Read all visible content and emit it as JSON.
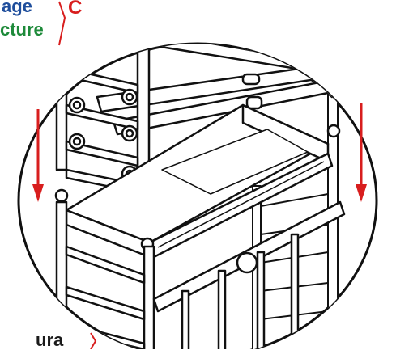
{
  "labels": {
    "top_line1": "age",
    "top_line2": "cture",
    "top_letter": "C",
    "bottom_text": "ura"
  },
  "colors": {
    "arrow": "#d81e1e",
    "label_blue": "#1f4e9c",
    "label_green": "#1e8a3a",
    "bracket": "#d81e1e",
    "line": "#111111"
  },
  "icons": {
    "down_arrow": "down-arrow-icon"
  }
}
